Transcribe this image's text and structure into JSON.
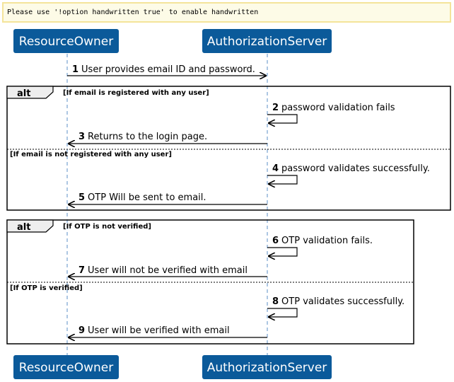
{
  "banner": {
    "text": "Please use '!option handwritten true' to enable handwritten"
  },
  "participants": [
    {
      "id": "resource-owner",
      "label": "ResourceOwner"
    },
    {
      "id": "authorization-server",
      "label": "AuthorizationServer"
    }
  ],
  "messages": [
    {
      "num": "1",
      "text": "User provides email ID and password.",
      "from": "resource-owner",
      "to": "authorization-server"
    },
    {
      "num": "2",
      "text": "password validation fails",
      "from": "authorization-server",
      "to": "authorization-server"
    },
    {
      "num": "3",
      "text": "Returns to the login page.",
      "from": "authorization-server",
      "to": "resource-owner"
    },
    {
      "num": "4",
      "text": "password validates successfully.",
      "from": "authorization-server",
      "to": "authorization-server"
    },
    {
      "num": "5",
      "text": "OTP Will be sent to email.",
      "from": "authorization-server",
      "to": "resource-owner"
    },
    {
      "num": "6",
      "text": "OTP validation fails.",
      "from": "authorization-server",
      "to": "authorization-server"
    },
    {
      "num": "7",
      "text": "User will not be verified with email",
      "from": "authorization-server",
      "to": "resource-owner"
    },
    {
      "num": "8",
      "text": "OTP validates successfully.",
      "from": "authorization-server",
      "to": "authorization-server"
    },
    {
      "num": "9",
      "text": "User will be verified with email",
      "from": "authorization-server",
      "to": "resource-owner"
    }
  ],
  "fragments": [
    {
      "type": "alt",
      "guards": [
        "[If email is registered with any user]",
        "[If email is not registered with any user]"
      ]
    },
    {
      "type": "alt",
      "guards": [
        "[If OTP is not verified]",
        "[If OTP is verified]"
      ]
    }
  ],
  "colors": {
    "participant_fill": "#0b5a9a",
    "participant_text": "#ffffff",
    "lifeline": "#5b8fc7",
    "banner_fill": "#fdfbe7",
    "banner_border": "#f4e49a",
    "fragment_label_fill": "#eeeeee"
  }
}
